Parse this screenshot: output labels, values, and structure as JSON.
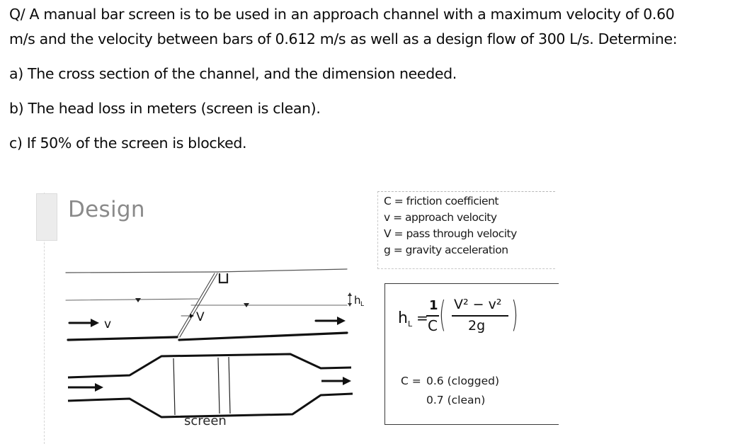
{
  "question": {
    "line1": "Q/ A manual bar screen is to be used in an approach channel with a maximum velocity of 0.60",
    "line2": "m/s and the velocity between bars of 0.612 m/s as well as a design flow of 300 L/s. Determine:",
    "parts": [
      {
        "label": "a) The cross section of the channel, and the dimension needed."
      },
      {
        "label": "b) The head loss in meters (screen is clean)."
      },
      {
        "label": "c) If 50% of the screen is blocked."
      }
    ],
    "values": {
      "max_approach_velocity": "0.60 m/s",
      "velocity_between_bars": "0.612 m/s",
      "design_flow": "300 L/s",
      "blocked_fraction": "50%"
    }
  },
  "figure": {
    "title": "Design",
    "legend": [
      "C = friction coefficient",
      "v = approach velocity",
      "V = pass through velocity",
      "g = gravity acceleration"
    ],
    "diagram_labels": {
      "approach_velocity": "v",
      "through_velocity": "V",
      "head_loss": "h",
      "head_loss_sub": "L",
      "screen": "screen"
    },
    "formula": {
      "lhs": "h",
      "lhs_sub": "L",
      "equals": "=",
      "frac_num": "1",
      "frac_den": "C",
      "inner_num": "V² − v²",
      "inner_den": "2g"
    },
    "coefficients": {
      "label": "C =",
      "clogged": "0.6 (clogged)",
      "clean": "0.7 (clean)"
    }
  }
}
